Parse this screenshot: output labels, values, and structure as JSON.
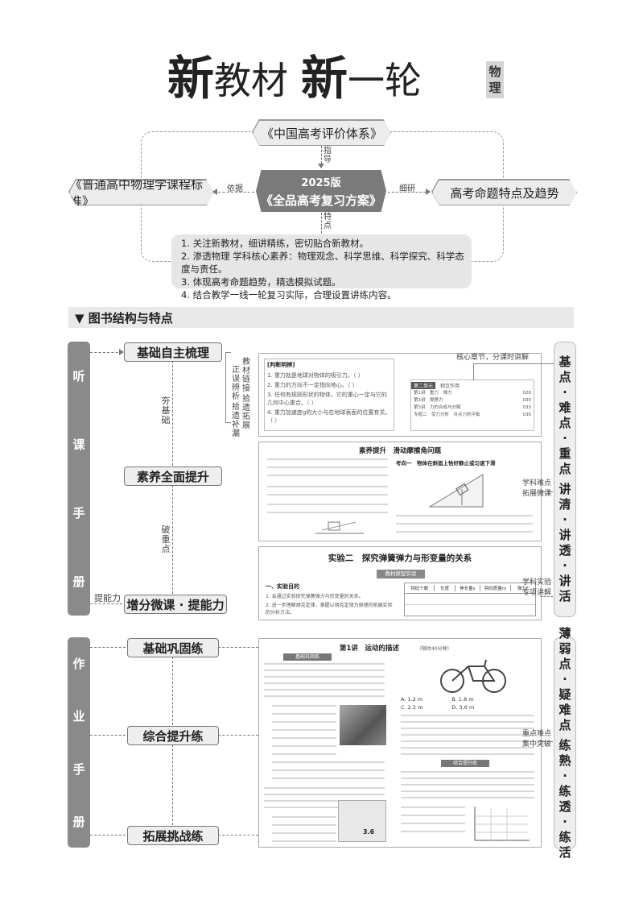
{
  "title": {
    "part1": "新",
    "part2": "教材",
    "part3": "新",
    "part4": "一轮",
    "subject": "物理"
  },
  "diagram": {
    "top_label": "《中国高考评价体系》",
    "top_arrow_label": "指导",
    "left_label": "《普通高中物理学课程标准》",
    "left_arrow_label": "依据",
    "right_label": "高考命题特点及趋势",
    "right_arrow_label": "细研",
    "center_edition": "2025版",
    "center_title": "《全品高考复习方案》",
    "bottom_arrow_label": "特点",
    "features": [
      "1. 关注新教材，细讲精练，密切贴合新教材。",
      "2. 渗透物理 学科核心素养：物理观念、科学思维、科学探究、科学态度与责任。",
      "3. 体现高考命题趋势，精选模拟试题。",
      "4. 结合教学一线一轮复习实际，合理设置讲练内容。"
    ]
  },
  "section_header": "▼ 图书结构与特点",
  "listen": {
    "side_label": [
      "听",
      "课",
      "手",
      "册"
    ],
    "nodes": [
      "基础自主梳理",
      "素养全面提升",
      "增分微课 · 提能力"
    ],
    "link_labels": [
      "夯基础",
      "破重点",
      "提能力"
    ],
    "bracket_labels": [
      "教材链接",
      "正误辨析",
      "拾遗补漏",
      "拾遗拓展"
    ],
    "right_side": [
      "基",
      "点",
      "·",
      "难",
      "点",
      "·",
      "重",
      "点",
      "讲",
      "清",
      "·",
      "讲",
      "透",
      "·",
      "讲",
      "活"
    ],
    "callouts": [
      "核心章节，分课时讲解",
      "学科难点",
      "拓展微课",
      "学科实验",
      "专项讲解"
    ],
    "panel1": {
      "heading": "[判断明辨]",
      "items": [
        "1. 重力就是地球对物体的吸引力。（ ）",
        "2. 重力的方向不一定指向地心。（ ）",
        "3. 任何有规则形状的物体，它的重心一定与它的几何中心重合。（ ）",
        "4. 重力加速度g的大小与在地球表面的位置有关。（ ）"
      ],
      "toc_title": "第二单元",
      "toc_subtitle": "相互作用",
      "toc_items": [
        "第1讲　重力　弹力",
        "第2讲　摩擦力",
        "第3讲　力的合成与分解",
        "专题二　受力分析　共点力的平衡"
      ],
      "toc_pages": [
        "026",
        "030",
        "033",
        "036"
      ]
    },
    "panel2": {
      "title": "素养提升　滑动摩擦角问题",
      "subtitle": "考向一　物体在斜面上恰好静止或匀速下滑"
    },
    "panel3": {
      "title": "实验二　探究弹簧弹力与形变量的关系",
      "banner": "教材原型实验",
      "section": "一、实验目的",
      "lines": [
        "1. 会通过实验探究弹簧弹力与形变量的关系。",
        "2. 进一步理解胡克定律，掌握以胡克定律为原理的拓展实验的分析方法。"
      ],
      "table_headers": [
        "钩码个数",
        "长度",
        "伸长量x",
        "钩码质量m",
        "弹力F"
      ]
    }
  },
  "practice": {
    "side_label": [
      "作",
      "业",
      "手",
      "册"
    ],
    "nodes": [
      "基础巩固练",
      "综合提升练",
      "拓展挑战练"
    ],
    "right_side": [
      "薄",
      "弱",
      "点",
      "·",
      "疑",
      "难",
      "点",
      "练",
      "熟",
      "·",
      "练",
      "透",
      "·",
      "练",
      "活"
    ],
    "callouts": [
      "重点难点",
      "集中突破"
    ],
    "panel": {
      "title": "第1讲　运动的描述",
      "time": "（限时40分钟）",
      "banner1": "基础巩固练",
      "banner2": "综合提升练",
      "answer_options": [
        "A. 1.2 m",
        "B. 1.8 m",
        "C. 2.2 m",
        "D. 3.6 m"
      ],
      "score": "3.6"
    }
  }
}
